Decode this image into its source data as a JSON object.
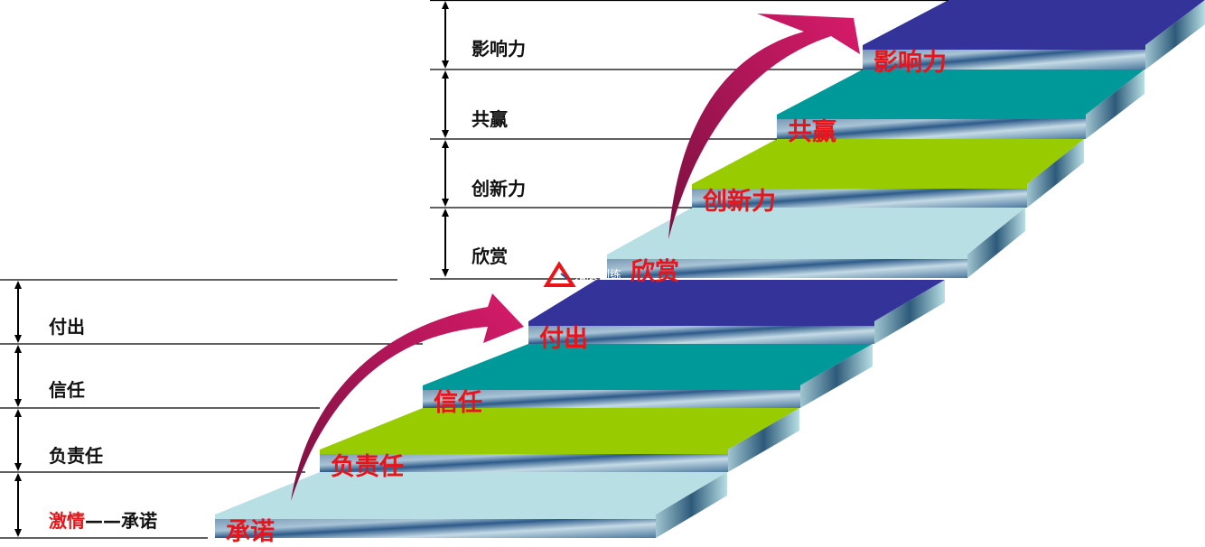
{
  "upper_levels": [
    "影响力",
    "共赢",
    "创新力",
    "欣赏"
  ],
  "lower_levels": [
    "付出",
    "信任",
    "负责任"
  ],
  "base_level": {
    "highlight": "激情",
    "separator": "——",
    "text": "承诺"
  },
  "steps": [
    {
      "label": "承诺",
      "color": "#b8dfe4"
    },
    {
      "label": "负责任",
      "color": "#99cc00"
    },
    {
      "label": "信任",
      "color": "#009999"
    },
    {
      "label": "付出",
      "color": "#333399"
    },
    {
      "label": "欣赏",
      "color": "#b8dfe4"
    },
    {
      "label": "创新力",
      "color": "#99cc00"
    },
    {
      "label": "共赢",
      "color": "#009999"
    },
    {
      "label": "影响力",
      "color": "#333399"
    }
  ],
  "watermark": "拓展训练",
  "arrow_color": "#c8155e"
}
